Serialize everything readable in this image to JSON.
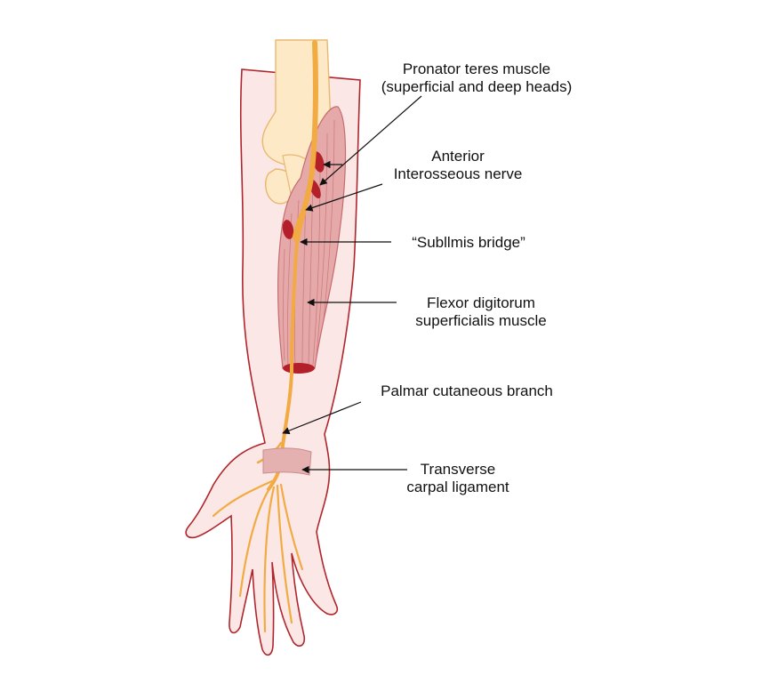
{
  "colors": {
    "skin_fill": "#fbe7e6",
    "skin_outline": "#b0262c",
    "bone_fill": "#fde9c6",
    "bone_outline": "#e8b872",
    "muscle_fill": "#e6a9aa",
    "muscle_stripe": "#c56c6e",
    "muscle_cut": "#b3202a",
    "ligament_fill": "#e5b1b0",
    "nerve": "#f2ab42",
    "arrow": "#111111",
    "text": "#111111"
  },
  "labels": {
    "pronator_teres": {
      "line1": "Pronator teres muscle",
      "line2": "(superficial and deep heads)"
    },
    "anterior_interosseous": {
      "line1": "Anterior",
      "line2": "Interosseous nerve"
    },
    "sublimis_bridge": {
      "line1": "“Subllmis bridge”"
    },
    "flexor_digitorum": {
      "line1": "Flexor digitorum",
      "line2": "superficialis muscle"
    },
    "palmar_cutaneous": {
      "line1": "Palmar cutaneous branch"
    },
    "transverse_carpal": {
      "line1": "Transverse",
      "line2": "carpal ligament"
    }
  }
}
